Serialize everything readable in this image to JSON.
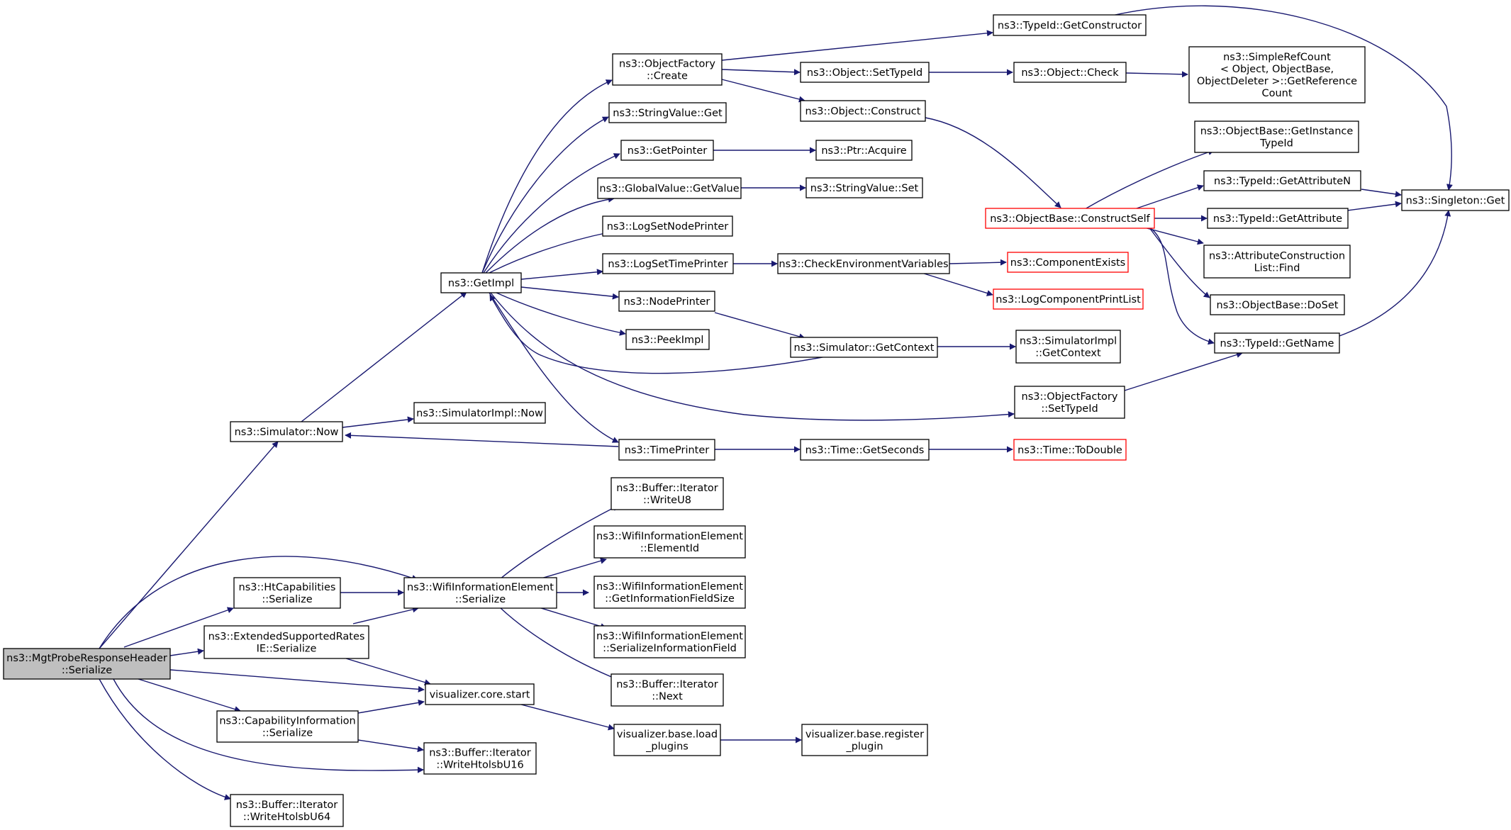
{
  "colors": {
    "edge": "#191970",
    "root_fill": "#bfbfbf",
    "incomplete_border": "#ff0000"
  },
  "nodes": {
    "root": [
      "ns3::MgtProbeResponseHeader",
      "::Serialize"
    ],
    "simnow": [
      "ns3::Simulator::Now"
    ],
    "htcap": [
      "ns3::HtCapabilities",
      "::Serialize"
    ],
    "extsup": [
      "ns3::ExtendedSupportedRates",
      "IE::Serialize"
    ],
    "vstart": [
      "visualizer.core.start"
    ],
    "capinfo": [
      "ns3::CapabilityInformation",
      "::Serialize"
    ],
    "whu16": [
      "ns3::Buffer::Iterator",
      "::WriteHtolsbU16"
    ],
    "whu64": [
      "ns3::Buffer::Iterator",
      "::WriteHtolsbU64"
    ],
    "getimpl": [
      "ns3::GetImpl"
    ],
    "simimplnow": [
      "ns3::SimulatorImpl::Now"
    ],
    "wieser": [
      "ns3::WifiInformationElement",
      "::Serialize"
    ],
    "vload": [
      "visualizer.base.load",
      "_plugins"
    ],
    "ofcreate": [
      "ns3::ObjectFactory",
      "::Create"
    ],
    "strget": [
      "ns3::StringValue::Get"
    ],
    "getptr": [
      "ns3::GetPointer"
    ],
    "gvget": [
      "ns3::GlobalValue::GetValue"
    ],
    "lognode": [
      "ns3::LogSetNodePrinter"
    ],
    "logtime": [
      "ns3::LogSetTimePrinter"
    ],
    "nodeprinter": [
      "ns3::NodePrinter"
    ],
    "peekimpl": [
      "ns3::PeekImpl"
    ],
    "timeprinter": [
      "ns3::TimePrinter"
    ],
    "writeu8": [
      "ns3::Buffer::Iterator",
      "::WriteU8"
    ],
    "elemid": [
      "ns3::WifiInformationElement",
      "::ElementId"
    ],
    "getifs": [
      "ns3::WifiInformationElement",
      "::GetInformationFieldSize"
    ],
    "serif": [
      "ns3::WifiInformationElement",
      "::SerializeInformationField"
    ],
    "next": [
      "ns3::Buffer::Iterator",
      "::Next"
    ],
    "vreg": [
      "visualizer.base.register",
      "_plugin"
    ],
    "objsettid": [
      "ns3::Object::SetTypeId"
    ],
    "objconstruct": [
      "ns3::Object::Construct"
    ],
    "ptracq": [
      "ns3::Ptr::Acquire"
    ],
    "strset": [
      "ns3::StringValue::Set"
    ],
    "checkenv": [
      "ns3::CheckEnvironmentVariables"
    ],
    "getcontext": [
      "ns3::Simulator::GetContext"
    ],
    "getseconds": [
      "ns3::Time::GetSeconds"
    ],
    "getctor": [
      "ns3::TypeId::GetConstructor"
    ],
    "objcheck": [
      "ns3::Object::Check"
    ],
    "constructself": [
      "ns3::ObjectBase::ConstructSelf"
    ],
    "compexists": [
      "ns3::ComponentExists"
    ],
    "logcpl": [
      "ns3::LogComponentPrintList"
    ],
    "simimplctx": [
      "ns3::SimulatorImpl",
      "::GetContext"
    ],
    "ofsettid": [
      "ns3::ObjectFactory",
      "::SetTypeId"
    ],
    "todouble": [
      "ns3::Time::ToDouble"
    ],
    "refcount": [
      "ns3::SimpleRefCount",
      "< Object, ObjectBase,",
      " ObjectDeleter >::GetReference",
      "Count"
    ],
    "getinsttid": [
      "ns3::ObjectBase::GetInstance",
      "TypeId"
    ],
    "getattrn": [
      "ns3::TypeId::GetAttributeN"
    ],
    "getattr": [
      "ns3::TypeId::GetAttribute"
    ],
    "acfind": [
      "ns3::AttributeConstruction",
      "List::Find"
    ],
    "doset": [
      "ns3::ObjectBase::DoSet"
    ],
    "getname": [
      "ns3::TypeId::GetName"
    ],
    "singleton": [
      "ns3::Singleton::Get"
    ]
  }
}
